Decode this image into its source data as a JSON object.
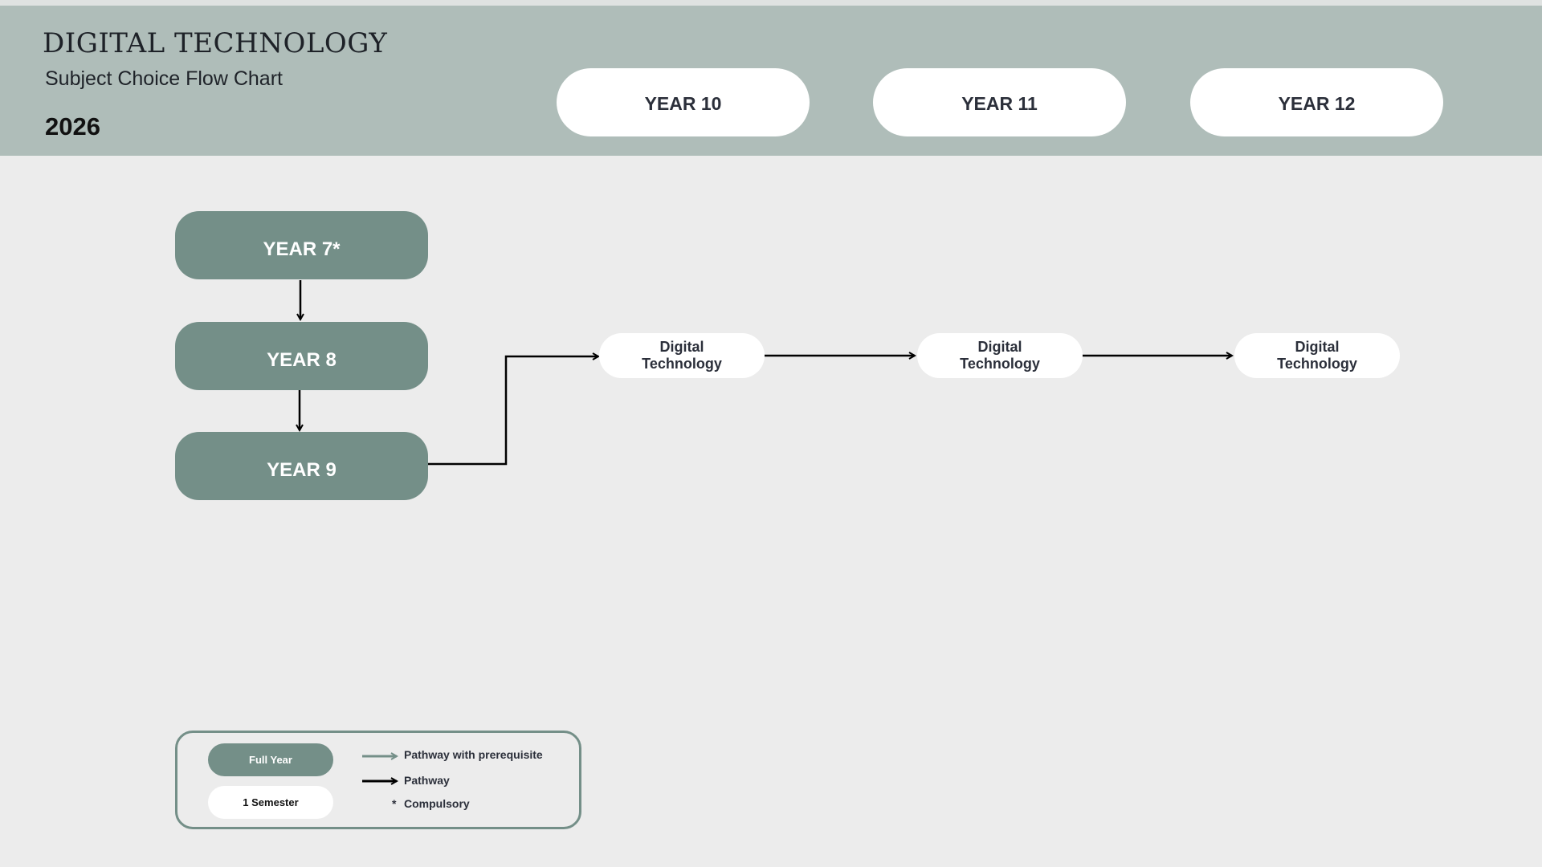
{
  "header": {
    "title": "DIGITAL TECHNOLOGY",
    "subtitle": "Subject Choice Flow Chart",
    "year": "2026"
  },
  "columns": [
    "YEAR 10",
    "YEAR 11",
    "YEAR 12"
  ],
  "years": [
    "YEAR 7*",
    "YEAR 8",
    "YEAR 9"
  ],
  "subjects": [
    "Digital Technology",
    "Digital Technology",
    "Digital Technology"
  ],
  "legend": {
    "full_year": "Full Year",
    "semester": "1 Semester",
    "prerequisite": "Pathway with prerequisite",
    "pathway": "Pathway",
    "star": "*",
    "compulsory": "Compulsory"
  },
  "colors": {
    "header_bg": "#afbdb9",
    "page_bg": "#ececec",
    "full_year": "#748f88",
    "semester": "#ffffff",
    "text_dark": "#2b2f3a",
    "prerequisite_arrow": "#748f88",
    "pathway_arrow": "#000000"
  }
}
